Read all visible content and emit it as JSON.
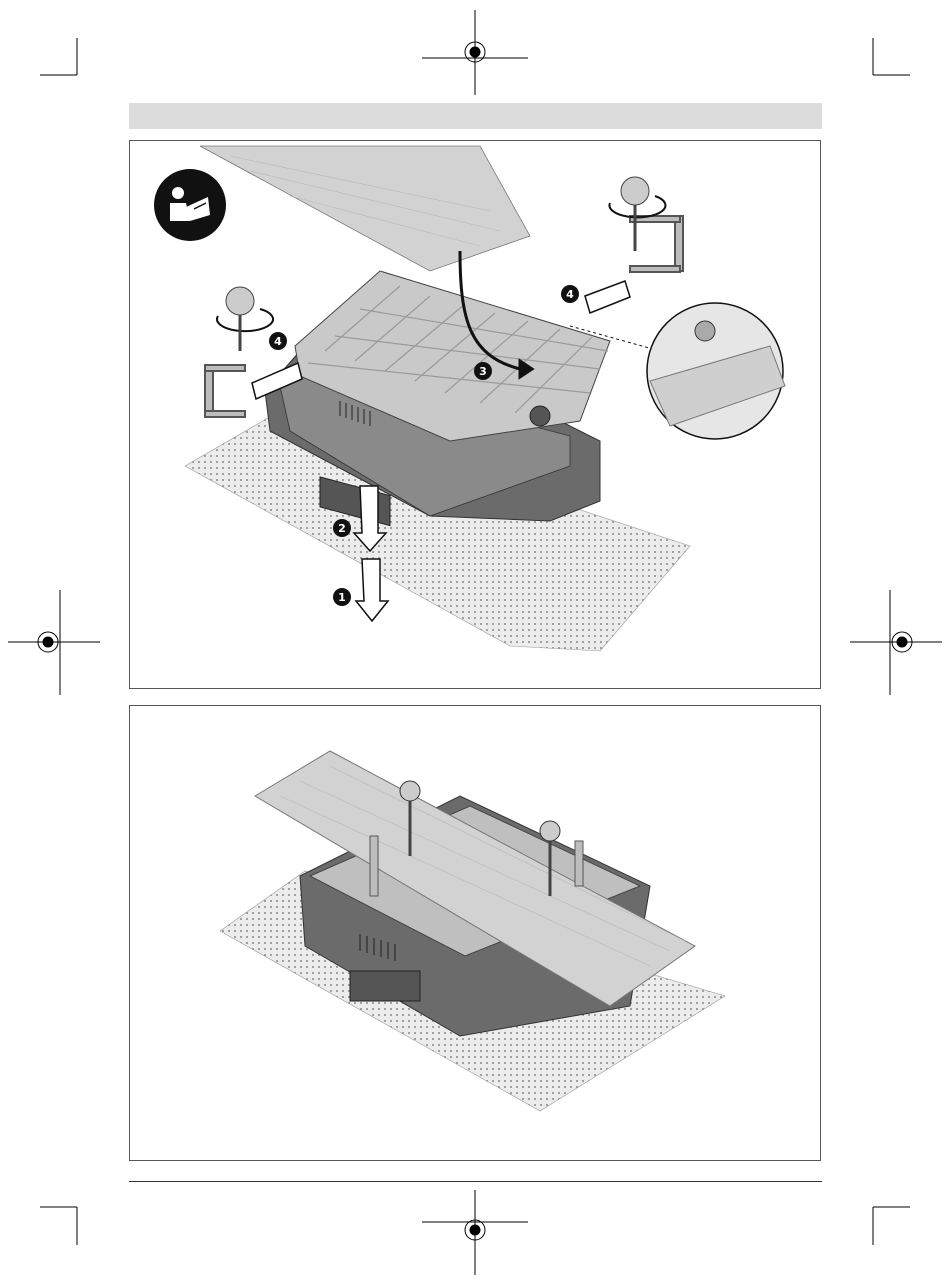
{
  "figure_top": {
    "step_markers": [
      {
        "id": "1",
        "label": "1"
      },
      {
        "id": "2",
        "label": "2"
      },
      {
        "id": "3",
        "label": "3"
      },
      {
        "id": "4a",
        "label": "4"
      },
      {
        "id": "4b",
        "label": "4"
      }
    ],
    "icons": [
      "read-manual-icon",
      "arrow-icon",
      "clamp-icon",
      "knob-icon",
      "magnifier-icon"
    ]
  },
  "figure_bottom": {
    "icons": [
      "clamp-icon",
      "tool-case-icon",
      "board-icon"
    ]
  },
  "colors": {
    "header_band": "#dcdcdc",
    "frame": "#555555",
    "case_body": "#6b6b6b",
    "case_lid": "#c9c9c9",
    "board": "#cfcfcf"
  }
}
